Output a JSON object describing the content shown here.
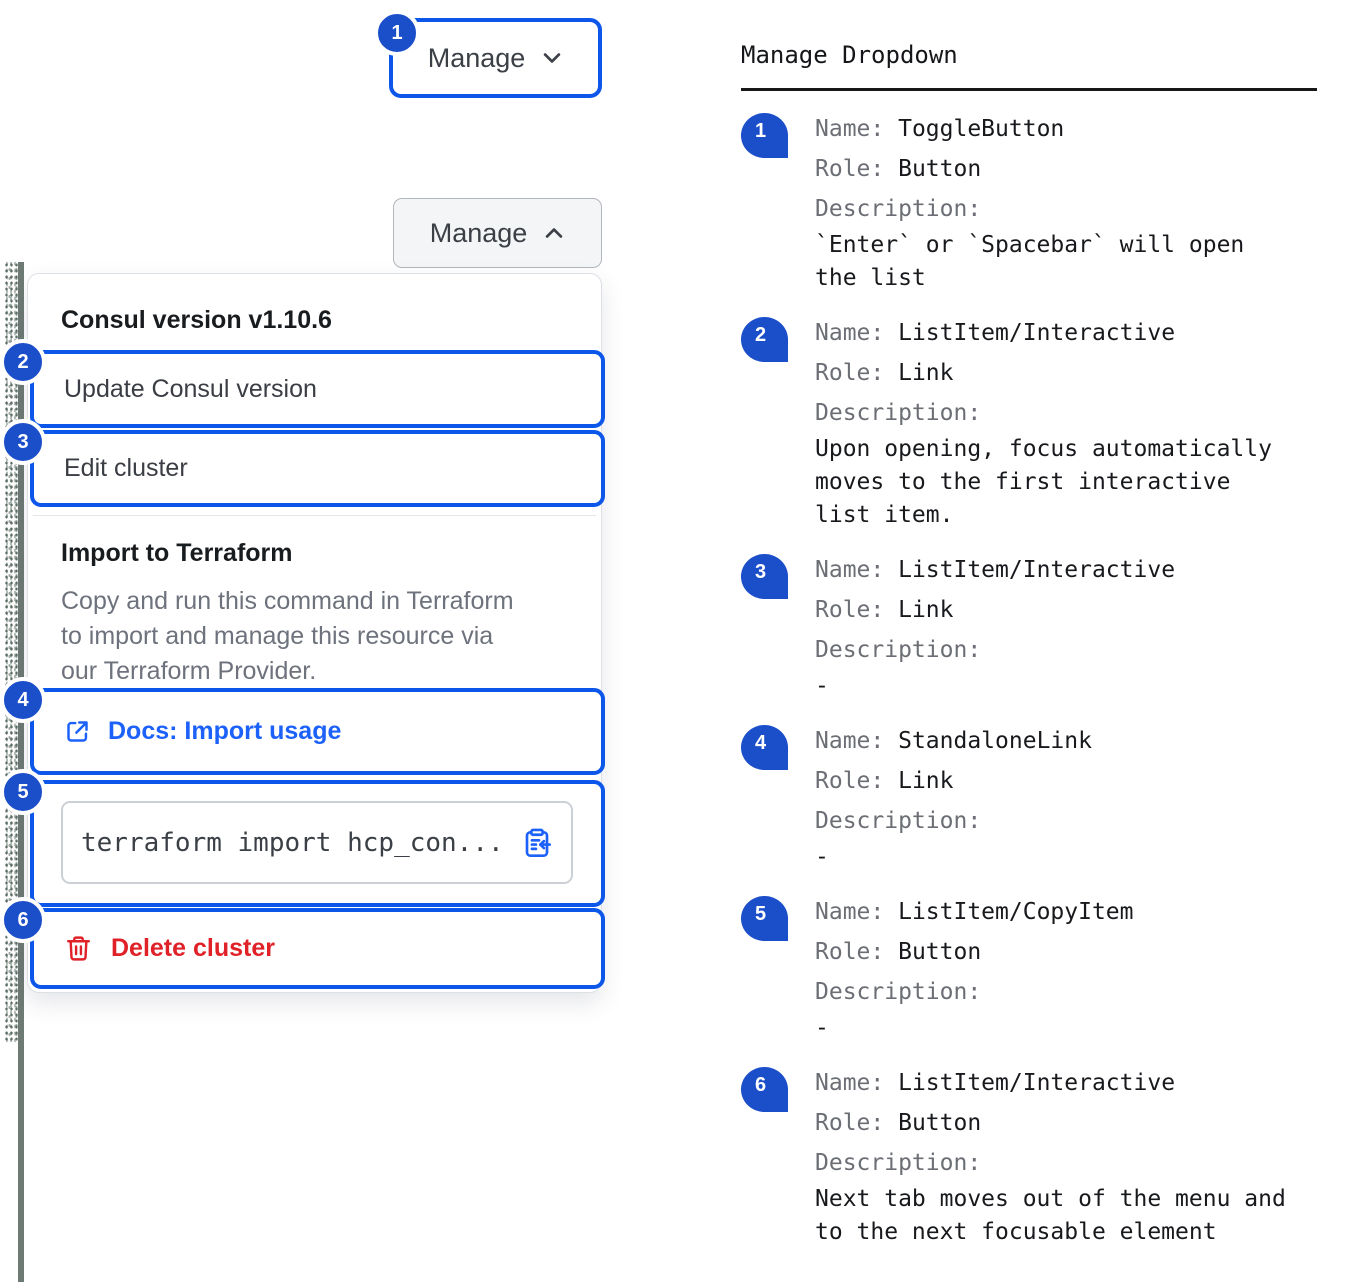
{
  "colors": {
    "accent-outline": "#0c56e9",
    "badge-blue": "#1b4ec9",
    "link-blue": "#1c61fa",
    "delete-red": "#e02228"
  },
  "icons": {
    "toggle_collapsed": "chevron-down",
    "toggle_expanded": "chevron-up",
    "docs_link": "external-link",
    "copy_command": "clipboard-copy",
    "delete": "trash"
  },
  "left": {
    "toggle_collapsed": {
      "label": "Manage",
      "badge": "1"
    },
    "toggle_expanded": {
      "label": "Manage"
    },
    "dropdown": {
      "version_header": "Consul version v1.10.6",
      "items": [
        {
          "badge": "2",
          "label": "Update Consul version"
        },
        {
          "badge": "3",
          "label": "Edit cluster"
        }
      ],
      "import_section": {
        "title": "Import to Terraform",
        "description_lines": [
          "Copy and run this command in Terraform",
          "to import and manage this resource via",
          "our Terraform Provider."
        ],
        "docs_link": {
          "badge": "4",
          "label": "Docs: Import usage"
        },
        "copy_command": {
          "badge": "5",
          "code": "terraform import hcp_con..."
        }
      },
      "delete_item": {
        "badge": "6",
        "label": "Delete cluster"
      }
    }
  },
  "legend": {
    "title": "Manage Dropdown",
    "labels": {
      "name": "Name: ",
      "role": "Role: ",
      "description": "Description:"
    },
    "items": [
      {
        "num": "1",
        "name": "ToggleButton",
        "role": "Button",
        "description_lines": [
          "`Enter` or `Spacebar` will open",
          "the list"
        ]
      },
      {
        "num": "2",
        "name": "ListItem/Interactive",
        "role": "Link",
        "description_lines": [
          "Upon opening, focus automatically",
          "moves to the first interactive",
          "list item."
        ]
      },
      {
        "num": "3",
        "name": "ListItem/Interactive",
        "role": "Link",
        "description_lines": [
          "-"
        ]
      },
      {
        "num": "4",
        "name": "StandaloneLink",
        "role": "Link",
        "description_lines": [
          "-"
        ]
      },
      {
        "num": "5",
        "name": "ListItem/CopyItem",
        "role": "Button",
        "description_lines": [
          "-"
        ]
      },
      {
        "num": "6",
        "name": "ListItem/Interactive",
        "role": "Button",
        "description_lines": [
          "Next tab moves out of the menu and",
          "to the next focusable element"
        ]
      }
    ]
  }
}
